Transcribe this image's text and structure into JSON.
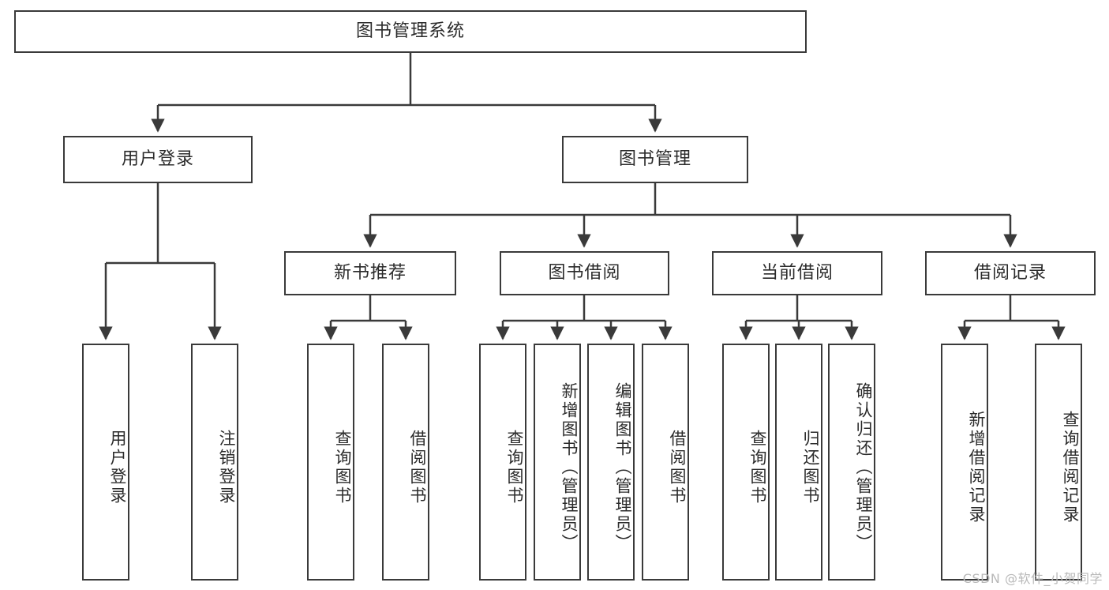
{
  "diagram": {
    "title": "图书管理系统",
    "type": "tree",
    "orientation": "top-down",
    "colors": {
      "box_border": "#3a3a3a",
      "box_fill": "#ffffff",
      "text": "#2b2b2b",
      "edge": "#3a3a3a",
      "watermark": "#b9b9b9"
    },
    "nodes": {
      "root": {
        "label": "图书管理系统"
      },
      "level2": [
        {
          "id": "user-login",
          "label": "用户登录"
        },
        {
          "id": "book-management",
          "label": "图书管理"
        }
      ],
      "level3": [
        {
          "id": "new-book-recommend",
          "label": "新书推荐"
        },
        {
          "id": "book-borrow",
          "label": "图书借阅"
        },
        {
          "id": "current-borrow",
          "label": "当前借阅"
        },
        {
          "id": "borrow-record",
          "label": "借阅记录"
        }
      ],
      "leaves": {
        "user-login": [
          {
            "id": "leaf-user-login",
            "label": "用户登录"
          },
          {
            "id": "leaf-logout-login",
            "label": "注销登录"
          }
        ],
        "new-book-recommend": [
          {
            "id": "leaf-query-book-1",
            "label": "查询图书"
          },
          {
            "id": "leaf-borrow-book-1",
            "label": "借阅图书"
          }
        ],
        "book-borrow": [
          {
            "id": "leaf-query-book-2",
            "label": "查询图书"
          },
          {
            "id": "leaf-add-book",
            "label": "新增图书（管理员）"
          },
          {
            "id": "leaf-edit-book",
            "label": "编辑图书（管理员）"
          },
          {
            "id": "leaf-borrow-book-2",
            "label": "借阅图书"
          }
        ],
        "current-borrow": [
          {
            "id": "leaf-query-book-3",
            "label": "查询图书"
          },
          {
            "id": "leaf-return-book",
            "label": "归还图书"
          },
          {
            "id": "leaf-confirm-return",
            "label": "确认归还（管理员）"
          }
        ],
        "borrow-record": [
          {
            "id": "leaf-add-borrow-record",
            "label": "新增借阅记录"
          },
          {
            "id": "leaf-query-borrow-record",
            "label": "查询借阅记录"
          }
        ]
      }
    },
    "watermark": "CSDN @软件_小贺同学"
  }
}
